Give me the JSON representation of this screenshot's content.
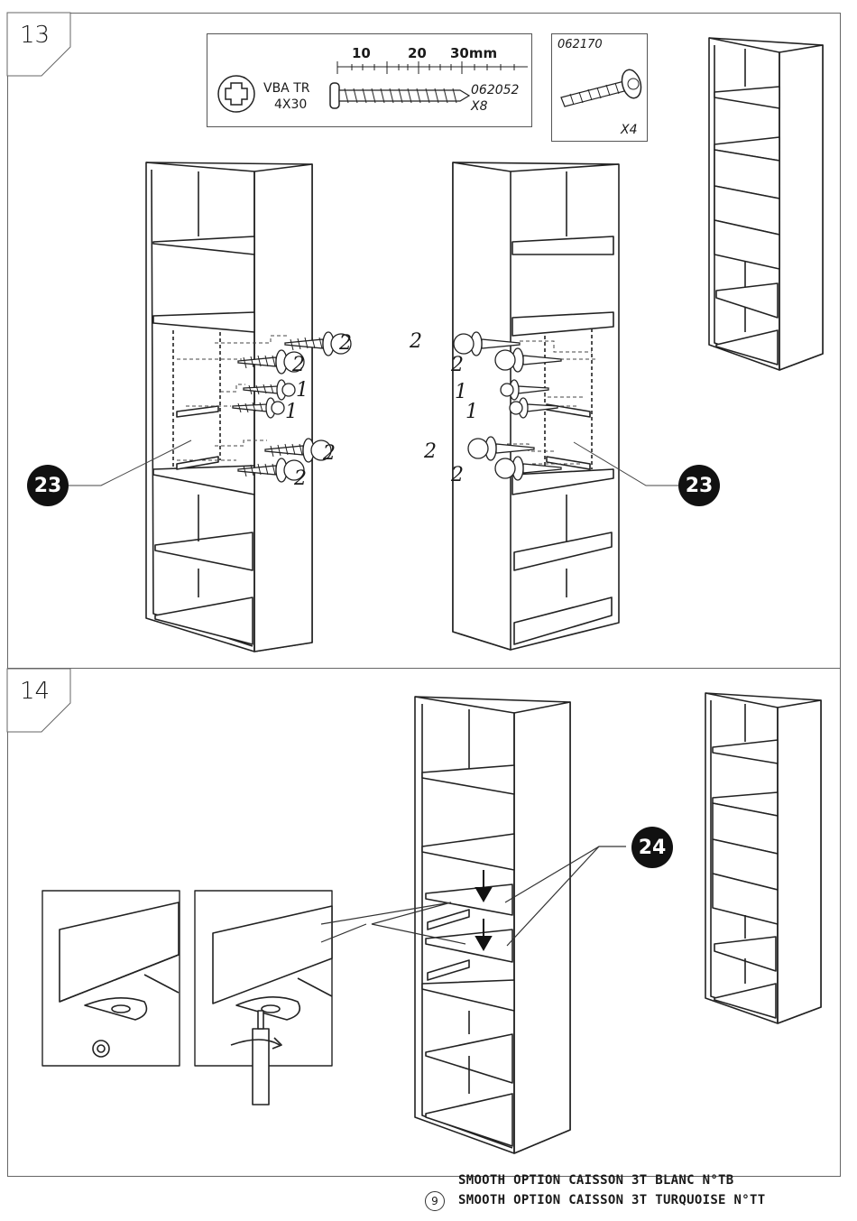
{
  "steps": {
    "step13": {
      "number": "13"
    },
    "step14": {
      "number": "14"
    }
  },
  "hardware": {
    "screw_a": {
      "type": "VBA TR",
      "size": "4X30",
      "code": "062052",
      "qty": "X8",
      "scale": [
        "10",
        "20",
        "30mm"
      ]
    },
    "screw_b": {
      "code": "062170",
      "qty": "X4"
    }
  },
  "callouts": {
    "left23": "23",
    "right23": "23",
    "c24": "24"
  },
  "screw_counts": {
    "left": [
      "2",
      "2",
      "1",
      "1",
      "2",
      "2"
    ],
    "right": [
      "2",
      "2",
      "1",
      "1",
      "2",
      "2"
    ]
  },
  "footer": {
    "page": "9",
    "line1": "SMOOTH OPTION CAISSON 3T BLANC N°TB",
    "line2": "SMOOTH OPTION CAISSON 3T TURQUOISE N°TT"
  }
}
